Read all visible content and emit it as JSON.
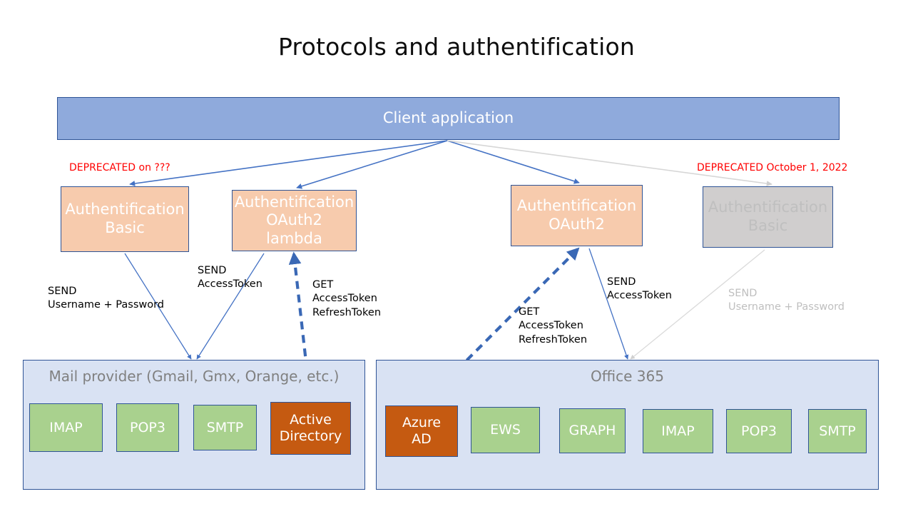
{
  "slide": {
    "title": "Protocols and authentification",
    "background": "#FFFFFF"
  },
  "colors": {
    "client_fill": "#8FAADC",
    "auth_peach_fill": "#F7CBAD",
    "auth_gray_fill": "#D0CECE",
    "panel_fill": "#D9E2F3",
    "box_border": "#2F5496",
    "service_green": "#A9D18E",
    "service_orange": "#C55A11",
    "deprecated_text": "#FF0000",
    "muted_text": "#BFBFBF",
    "arrow_blue": "#4472C4",
    "arrow_gray": "#D9D9D9"
  },
  "client": {
    "label": "Client application"
  },
  "auth_nodes": [
    {
      "id": "auth-basic-left",
      "line1": "Authentification",
      "line2": "Basic",
      "state": "active"
    },
    {
      "id": "auth-oauth-lambda",
      "line1": "Authentification",
      "line2": "OAuth2 lambda",
      "state": "active"
    },
    {
      "id": "auth-oauth2",
      "line1": "Authentification",
      "line2": "OAuth2",
      "state": "active"
    },
    {
      "id": "auth-basic-right",
      "line1": "Authentification",
      "line2": "Basic",
      "state": "deprecated"
    }
  ],
  "deprecated_labels": {
    "left": "DEPRECATED on ???",
    "right": "DEPRECATED October 1, 2022"
  },
  "annotations": {
    "send_userpass_left": "SEND\nUsername + Password",
    "send_accesstoken_left": "SEND\nAccessToken",
    "get_tokens_left": "GET\nAccessToken\nRefreshToken",
    "get_tokens_right": "GET\nAccessToken\nRefreshToken",
    "send_accesstoken_right": "SEND\nAccessToken",
    "send_userpass_right": "SEND\nUsername + Password"
  },
  "panels": [
    {
      "id": "panel-mail",
      "title": "Mail provider (Gmail, Gmx, Orange, etc.)",
      "services": [
        {
          "id": "chip-imap-mail",
          "label": "IMAP",
          "kind": "green"
        },
        {
          "id": "chip-pop3-mail",
          "label": "POP3",
          "kind": "green"
        },
        {
          "id": "chip-smtp-mail",
          "label": "SMTP",
          "kind": "green"
        },
        {
          "id": "chip-ad",
          "line1": "Active",
          "line2": "Directory",
          "kind": "orange"
        }
      ]
    },
    {
      "id": "panel-office",
      "title": "Office 365",
      "services": [
        {
          "id": "chip-azure-ad",
          "line1": "Azure",
          "line2": "AD",
          "kind": "orange"
        },
        {
          "id": "chip-ews",
          "label": "EWS",
          "kind": "green"
        },
        {
          "id": "chip-graph",
          "label": "GRAPH",
          "kind": "green"
        },
        {
          "id": "chip-imap-o365",
          "label": "IMAP",
          "kind": "green"
        },
        {
          "id": "chip-pop3-o365",
          "label": "POP3",
          "kind": "green"
        },
        {
          "id": "chip-smtp-o365",
          "label": "SMTP",
          "kind": "green"
        }
      ]
    }
  ],
  "connectors": [
    {
      "name": "client-to-basic-left",
      "style": "solid-blue",
      "direction": "one-way"
    },
    {
      "name": "client-to-oauth-lambda",
      "style": "solid-blue",
      "direction": "one-way"
    },
    {
      "name": "client-to-oauth2",
      "style": "solid-blue",
      "direction": "one-way"
    },
    {
      "name": "client-to-basic-right",
      "style": "solid-gray",
      "direction": "one-way"
    },
    {
      "name": "basic-left-to-mail-provider",
      "style": "solid-blue",
      "direction": "one-way"
    },
    {
      "name": "oauth-lambda-to-mail-provider",
      "style": "solid-blue",
      "direction": "one-way"
    },
    {
      "name": "oauth-lambda-to-active-directory",
      "style": "dashed-blue",
      "direction": "two-way"
    },
    {
      "name": "oauth2-to-azure-ad",
      "style": "dashed-blue",
      "direction": "two-way"
    },
    {
      "name": "oauth2-to-office365",
      "style": "solid-blue",
      "direction": "one-way"
    },
    {
      "name": "basic-right-to-office365",
      "style": "solid-gray",
      "direction": "one-way"
    }
  ]
}
